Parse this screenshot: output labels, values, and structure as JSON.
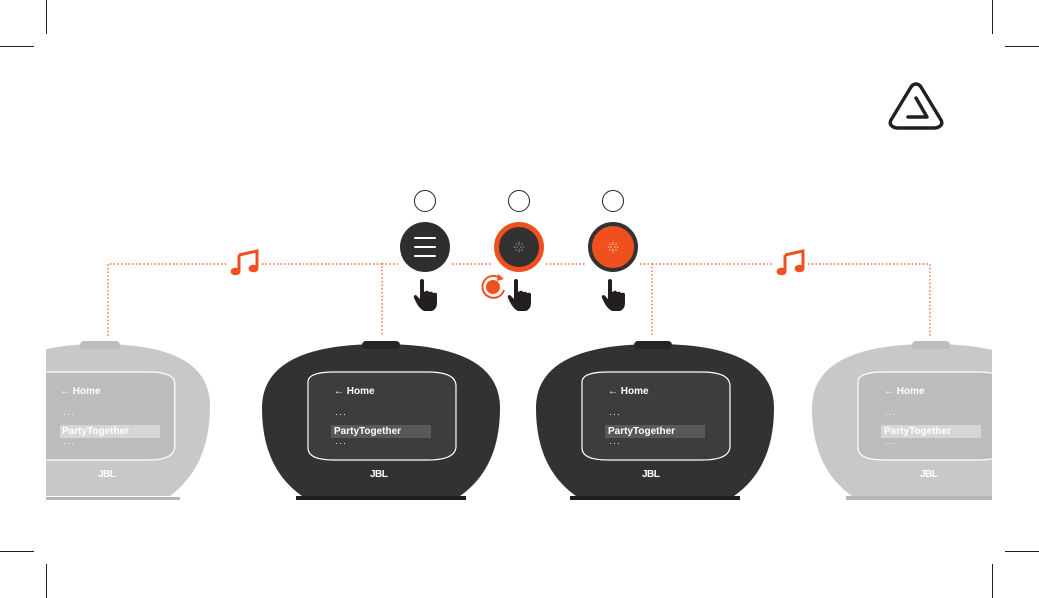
{
  "speakers": [
    {
      "id": "left-faded",
      "state": "faded",
      "menu_back": "Home",
      "list_selected": "PartyTogether",
      "logo": "JBL"
    },
    {
      "id": "center-left",
      "state": "active",
      "menu_back": "Home",
      "list_selected": "PartyTogether",
      "logo": "JBL"
    },
    {
      "id": "center-right",
      "state": "active",
      "menu_back": "Home",
      "list_selected": "PartyTogether",
      "logo": "JBL"
    },
    {
      "id": "right-faded",
      "state": "faded",
      "menu_back": "Home",
      "list_selected": "PartyTogether",
      "logo": "JBL"
    }
  ],
  "steps": [
    {
      "button": "menu-button",
      "action": "tap"
    },
    {
      "button": "party-button",
      "action": "press-and-rotate"
    },
    {
      "button": "party-button-lit",
      "action": "tap"
    }
  ],
  "icons": {
    "brand_mark": "triangle-logo-icon",
    "music": "music-note-icon",
    "hand": "hand-pointer-icon"
  },
  "colors": {
    "accent": "#f0501e",
    "speaker_dark": "#333132",
    "speaker_faded": "#c8c8c8",
    "screen_dark": "#3e3c3d",
    "screen_faded": "#bcbcbc"
  }
}
